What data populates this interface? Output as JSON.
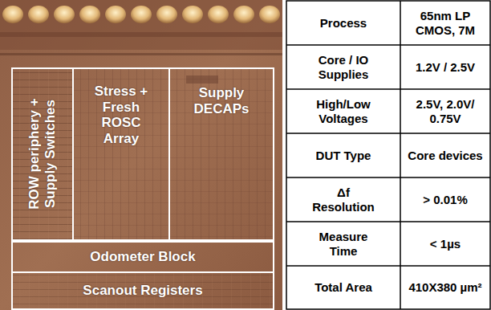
{
  "diagram": {
    "nodes": [
      {
        "text": [
          "ROW periphery + Supply Switches"
        ]
      },
      {
        "text": [
          "Stress + Fresh ROSC Array"
        ]
      },
      {
        "text": [
          "Supply DECAPs"
        ]
      },
      {
        "text": [
          "Odometer Block"
        ]
      },
      {
        "text": [
          "Scanout Registers"
        ]
      }
    ],
    "labels": [
      "Process",
      "65nm LP CMOS, 7M",
      "Core / IO Supplies",
      "1.2V / 2.5V",
      "High/Low Voltages",
      "2.5V, 2.0V/ 0.75V",
      "DUT Type",
      "Core devices",
      "Δf Resolution",
      "> 0.01%",
      "Measure Time",
      "< 1µs",
      "Total Area",
      "410X380 µm²"
    ]
  }
}
